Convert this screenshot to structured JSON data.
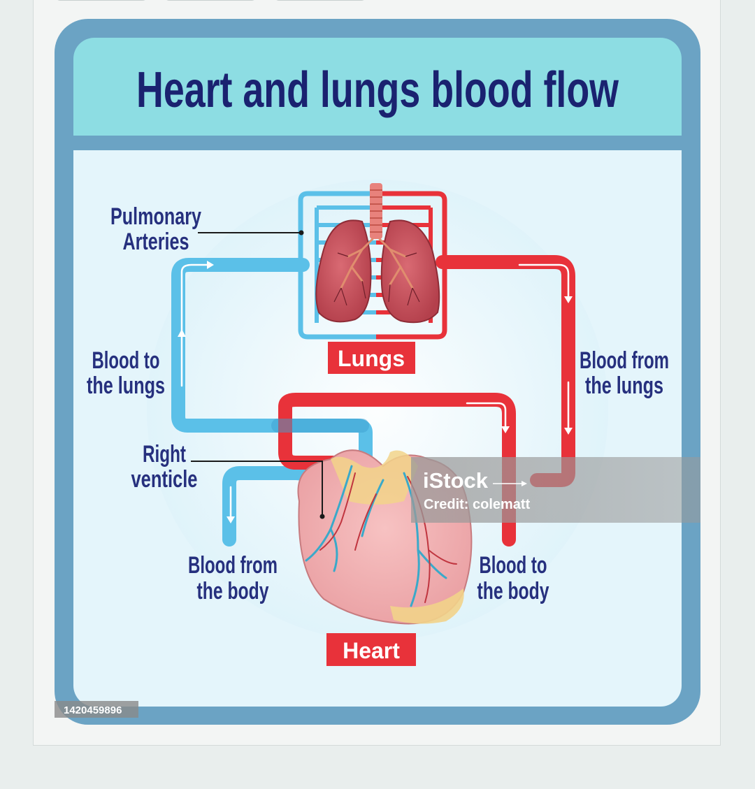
{
  "toolbar": {
    "buttons": [
      "",
      "",
      ""
    ]
  },
  "diagram": {
    "title": "Heart and lungs blood flow",
    "labels": {
      "pulmonary_arteries_1": "Pulmonary",
      "pulmonary_arteries_2": "Arteries",
      "blood_to_lungs_1": "Blood to",
      "blood_to_lungs_2": "the lungs",
      "blood_from_lungs_1": "Blood from",
      "blood_from_lungs_2": "the lungs",
      "right_ventricle_1": "Right",
      "right_ventricle_2": "venticle",
      "blood_from_body_1": "Blood from",
      "blood_from_body_2": "the body",
      "blood_to_body_1": "Blood to",
      "blood_to_body_2": "the body"
    },
    "lungs_tag": "Lungs",
    "heart_tag": "Heart"
  },
  "watermark": {
    "brand": "iStock",
    "credit": "Credit: colematt",
    "image_id": "1420459896"
  },
  "colors": {
    "frame": "#6ba3c4",
    "title_band": "#8ddde3",
    "title_text": "#1a2270",
    "label_text": "#26307e",
    "panel": "#e4f5fb",
    "blue_vessel": "#5bc0e8",
    "red_vessel": "#e8323a",
    "tag": "#e8323a"
  }
}
